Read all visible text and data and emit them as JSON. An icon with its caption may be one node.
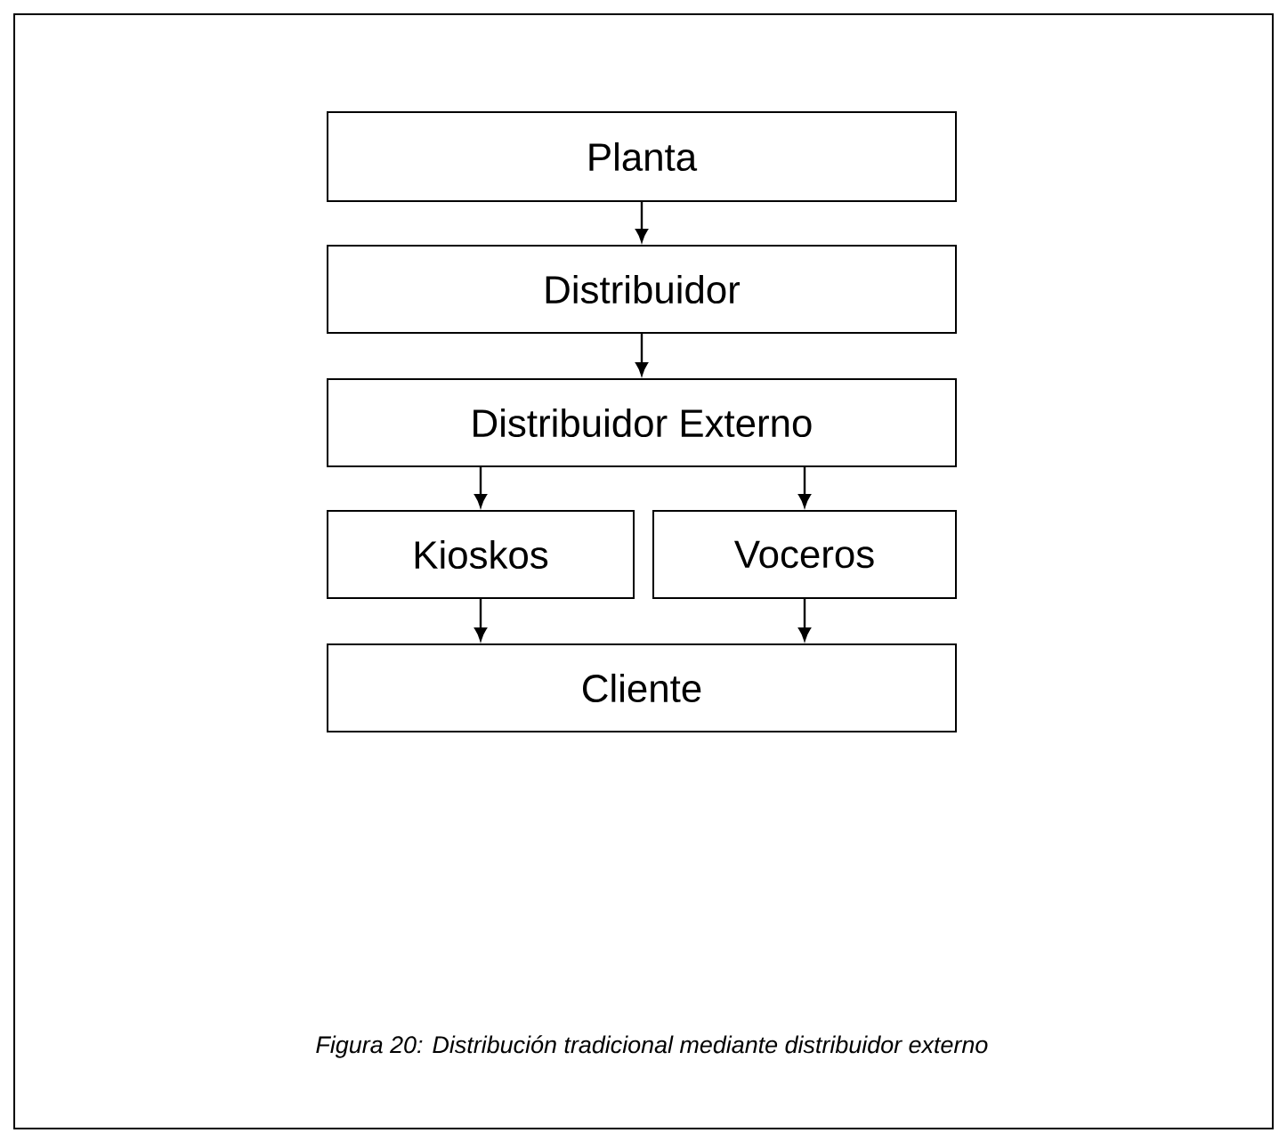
{
  "diagram": {
    "caption": "Figura 20: Distribución tradicional mediante distribuidor externo",
    "nodes": [
      {
        "text": [
          "Planta"
        ]
      },
      {
        "text": [
          "Distribuidor"
        ]
      },
      {
        "text": [
          "Distribuidor Externo"
        ]
      },
      {
        "text": [
          "Kioskos"
        ]
      },
      {
        "text": [
          "Voceros"
        ]
      },
      {
        "text": [
          "Cliente"
        ]
      }
    ],
    "edges": [
      {
        "from": 0,
        "to": 1,
        "arrow": "to"
      },
      {
        "from": 1,
        "to": 2,
        "arrow": "to"
      },
      {
        "from": 2,
        "to": 3,
        "arrow": "to"
      },
      {
        "from": 2,
        "to": 4,
        "arrow": "to"
      },
      {
        "from": 3,
        "to": 5,
        "arrow": "to"
      },
      {
        "from": 4,
        "to": 5,
        "arrow": "to"
      }
    ]
  }
}
